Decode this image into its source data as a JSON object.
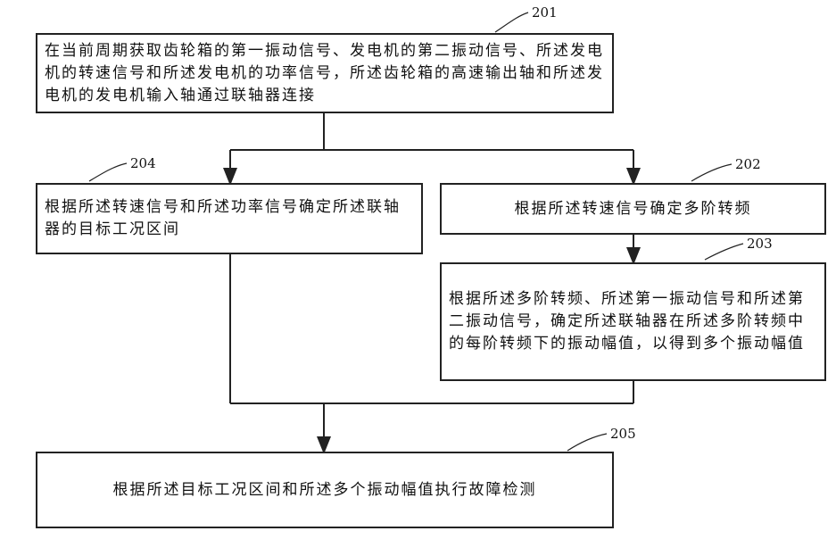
{
  "steps": [
    {
      "id": "201",
      "text": "在当前周期获取齿轮箱的第一振动信号、发电机的第二振动信号、所述发电机的转速信号和所述发电机的功率信号，所述齿轮箱的高速输出轴和所述发电机的发电机输入轴通过联轴器连接"
    },
    {
      "id": "204",
      "text": "根据所述转速信号和所述功率信号确定所述联轴器的目标工况区间"
    },
    {
      "id": "202",
      "text": "根据所述转速信号确定多阶转频"
    },
    {
      "id": "203",
      "text": "根据所述多阶转频、所述第一振动信号和所述第二振动信号，确定所述联轴器在所述多阶转频中的每阶转频下的振动幅值，以得到多个振动幅值"
    },
    {
      "id": "205",
      "text": "根据所述目标工况区间和所述多个振动幅值执行故障检测"
    }
  ]
}
